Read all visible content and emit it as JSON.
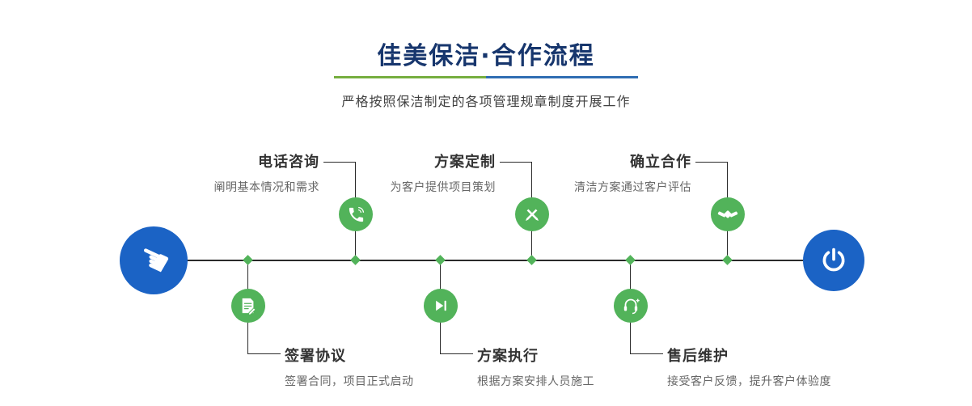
{
  "header": {
    "title": "佳美保洁·合作流程",
    "subtitle": "严格按照保洁制定的各项管理规章制度开展工作"
  },
  "colors": {
    "title_navy": "#17366d",
    "step_green": "#52b35a",
    "node_blue": "#1b63c5",
    "divider_green": "#76ae3f",
    "divider_blue": "#2f6db3",
    "line_dark": "#2b2b2b",
    "step_title_text": "#333333",
    "step_desc_text": "#666666"
  },
  "timeline": {
    "start_icon": "pointing-hand-icon",
    "end_icon": "power-icon",
    "top_steps": [
      {
        "title": "电话咨询",
        "desc": "阐明基本情况和需求",
        "icon": "phone-icon"
      },
      {
        "title": "方案定制",
        "desc": "为客户提供项目策划",
        "icon": "design-icon"
      },
      {
        "title": "确立合作",
        "desc": "清洁方案通过客户评估",
        "icon": "handshake-icon"
      }
    ],
    "bottom_steps": [
      {
        "title": "签署协议",
        "desc": "签署合同，项目正式启动",
        "icon": "contract-icon"
      },
      {
        "title": "方案执行",
        "desc": "根据方案安排人员施工",
        "icon": "play-icon"
      },
      {
        "title": "售后维护",
        "desc": "接受客户反馈，提升客户体验度",
        "icon": "headset-icon"
      }
    ]
  }
}
